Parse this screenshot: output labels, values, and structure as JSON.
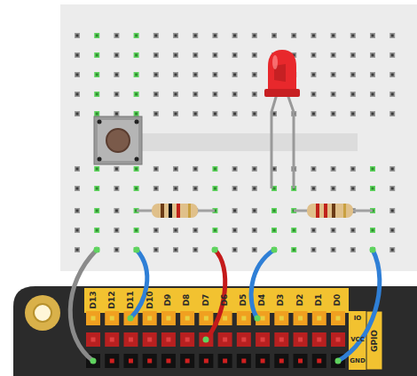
{
  "diagram": {
    "labels": [
      "D13",
      "D12",
      "D11",
      "D10",
      "D9",
      "D8",
      "D7",
      "D6",
      "D5",
      "D4",
      "D3",
      "D2",
      "D1",
      "D0",
      "IO",
      "VCC",
      "GND",
      "GPIO"
    ]
  }
}
